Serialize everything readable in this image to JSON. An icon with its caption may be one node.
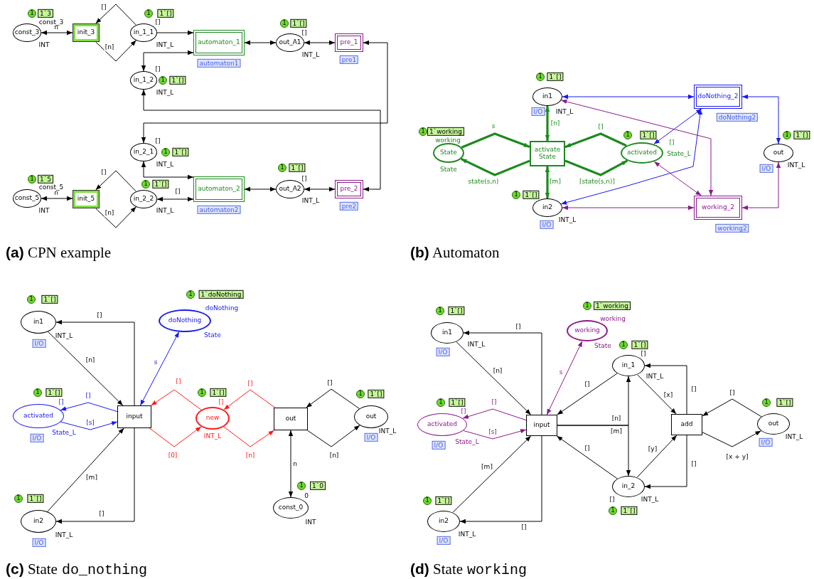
{
  "diagram": {
    "nodes": [
      {
        "text": [
          "const_3"
        ],
        "beside": [
          "1",
          "1`3",
          "const_3",
          "INT"
        ]
      },
      {
        "text": [
          "init_3"
        ]
      },
      {
        "text": [
          "in_1_1"
        ],
        "beside": [
          "1",
          "1`[]",
          "[]",
          "INT_L"
        ]
      },
      {
        "text": [
          "automaton_1"
        ],
        "beside": [
          "automaton1"
        ]
      },
      {
        "text": [
          "out_A1"
        ],
        "beside": [
          "1",
          "1`[]",
          "[]",
          "INT_L"
        ]
      },
      {
        "text": [
          "pre_1"
        ],
        "beside": [
          "pre1"
        ]
      },
      {
        "text": [
          "in_1_2"
        ],
        "beside": [
          "[]",
          "1",
          "1`[]",
          "INT_L"
        ]
      },
      {
        "text": [
          "in_2_1"
        ],
        "beside": [
          "[]",
          "1",
          "1`[]",
          "INT_L"
        ]
      },
      {
        "text": [
          "const_5"
        ],
        "beside": [
          "1",
          "1`5",
          "const_5",
          "INT"
        ]
      },
      {
        "text": [
          "init_5"
        ]
      },
      {
        "text": [
          "in_2_2"
        ],
        "beside": [
          "1",
          "1`[]",
          "[]",
          "INT_L"
        ]
      },
      {
        "text": [
          "automaton_2"
        ],
        "beside": [
          "automaton2"
        ]
      },
      {
        "text": [
          "out_A2"
        ],
        "beside": [
          "1",
          "1`[]",
          "[]",
          "INT_L"
        ]
      },
      {
        "text": [
          "pre_2"
        ],
        "beside": [
          "pre2"
        ]
      },
      {
        "text": [
          "in1"
        ],
        "beside": [
          "1",
          "1`[]",
          "INT_L",
          "I/O"
        ]
      },
      {
        "text": [
          "doNothing_2"
        ],
        "beside": [
          "doNothing2"
        ]
      },
      {
        "text": [
          "State"
        ],
        "beside": [
          "1",
          "1`working",
          "working",
          "State"
        ]
      },
      {
        "text": [
          "activate State"
        ]
      },
      {
        "text": [
          "activated"
        ],
        "beside": [
          "1",
          "1`[]",
          "[]",
          "State_L"
        ]
      },
      {
        "text": [
          "out"
        ],
        "beside": [
          "1",
          "1`[]",
          "I/O",
          "INT_L"
        ]
      },
      {
        "text": [
          "in2"
        ],
        "beside": [
          "1",
          "1`[]",
          "INT_L",
          "I/O"
        ]
      },
      {
        "text": [
          "working_2"
        ],
        "beside": [
          "working2"
        ]
      },
      {
        "text": [
          "in1"
        ],
        "beside": [
          "1",
          "1`[]",
          "INT_L",
          "I/O"
        ]
      },
      {
        "text": [
          "doNothing"
        ],
        "beside": [
          "1",
          "1`doNothing",
          "doNothing",
          "State"
        ]
      },
      {
        "text": [
          "activated"
        ],
        "beside": [
          "1",
          "1`[]",
          "[]",
          "State_L",
          "I/O"
        ]
      },
      {
        "text": [
          "input"
        ]
      },
      {
        "text": [
          "new"
        ],
        "beside": [
          "1",
          "1`[]",
          "[]",
          "INT_L"
        ]
      },
      {
        "text": [
          "out"
        ]
      },
      {
        "text": [
          "out"
        ],
        "beside": [
          "1",
          "1`[]",
          "INT_L",
          "I/O"
        ]
      },
      {
        "text": [
          "const_0"
        ],
        "beside": [
          "1",
          "1`0",
          "0",
          "INT"
        ]
      },
      {
        "text": [
          "in2"
        ],
        "beside": [
          "1",
          "1`[]",
          "INT_L",
          "I/O"
        ]
      },
      {
        "text": [
          "in1"
        ],
        "beside": [
          "1",
          "1`[]",
          "INT_L",
          "I/O"
        ]
      },
      {
        "text": [
          "working"
        ],
        "beside": [
          "1",
          "1`working",
          "working",
          "State"
        ]
      },
      {
        "text": [
          "in_1"
        ],
        "beside": [
          "1",
          "1`[]",
          "[]",
          "INT_L"
        ]
      },
      {
        "text": [
          "activated"
        ],
        "beside": [
          "1",
          "1`[]",
          "[]",
          "State_L",
          "I/O"
        ]
      },
      {
        "text": [
          "input"
        ]
      },
      {
        "text": [
          "add"
        ]
      },
      {
        "text": [
          "out"
        ],
        "beside": [
          "1",
          "1`[]",
          "INT_L",
          "I/O"
        ]
      },
      {
        "text": [
          "in_2"
        ],
        "beside": [
          "[]",
          "INT_L",
          "1",
          "1`[]"
        ]
      },
      {
        "text": [
          "in2"
        ],
        "beside": [
          "1",
          "1`[]",
          "INT_L",
          "I/O"
        ]
      }
    ],
    "edges": [
      {
        "from": 0,
        "to": 1,
        "arrow": "both",
        "label": "n"
      },
      {
        "from": 2,
        "to": 1,
        "arrow": "to",
        "label": "[]"
      },
      {
        "from": 1,
        "to": 2,
        "arrow": "to",
        "label": "[n]"
      },
      {
        "from": 2,
        "to": 3,
        "arrow": "to"
      },
      {
        "from": 3,
        "to": 6,
        "arrow": "both"
      },
      {
        "from": 3,
        "to": 4,
        "arrow": "both"
      },
      {
        "from": 4,
        "to": 5,
        "arrow": "both"
      },
      {
        "from": 5,
        "to": 7,
        "arrow": "both"
      },
      {
        "from": 13,
        "to": 6,
        "arrow": "both"
      },
      {
        "from": 11,
        "to": 7,
        "arrow": "both"
      },
      {
        "from": 10,
        "to": 11,
        "arrow": "both"
      },
      {
        "from": 10,
        "to": 9,
        "arrow": "to",
        "label": "[]"
      },
      {
        "from": 9,
        "to": 10,
        "arrow": "to",
        "label": "[n]"
      },
      {
        "from": 8,
        "to": 9,
        "arrow": "both",
        "label": "n"
      },
      {
        "from": 11,
        "to": 12,
        "arrow": "both"
      },
      {
        "from": 12,
        "to": 13,
        "arrow": "both"
      },
      {
        "from": 14,
        "to": 17,
        "arrow": "both",
        "label": "[n]",
        "style": "thick",
        "color": "#1e8a1e"
      },
      {
        "from": 17,
        "to": 20,
        "arrow": "both",
        "label": "[m]",
        "style": "thick",
        "color": "#1e8a1e"
      },
      {
        "from": 16,
        "to": 17,
        "arrow": "to",
        "label": "s",
        "style": "thick",
        "color": "#1e8a1e"
      },
      {
        "from": 17,
        "to": 16,
        "arrow": "to",
        "label": "state(s,n)",
        "style": "thick",
        "color": "#1e8a1e"
      },
      {
        "from": 18,
        "to": 17,
        "arrow": "to",
        "label": "[]",
        "style": "thick",
        "color": "#1e8a1e"
      },
      {
        "from": 17,
        "to": 18,
        "arrow": "to",
        "label": "[state(s,n)]",
        "style": "thick",
        "color": "#1e8a1e"
      },
      {
        "from": 14,
        "to": 15,
        "arrow": "both",
        "color": "#1a1aee"
      },
      {
        "from": 15,
        "to": 18,
        "arrow": "both",
        "color": "#1a1aee"
      },
      {
        "from": 15,
        "to": 20,
        "arrow": "both",
        "color": "#1a1aee"
      },
      {
        "from": 15,
        "to": 19,
        "arrow": "both",
        "color": "#1a1aee"
      },
      {
        "from": 14,
        "to": 21,
        "arrow": "both",
        "color": "#8b1a8b"
      },
      {
        "from": 18,
        "to": 21,
        "arrow": "both",
        "color": "#8b1a8b"
      },
      {
        "from": 20,
        "to": 21,
        "arrow": "both",
        "color": "#8b1a8b"
      },
      {
        "from": 21,
        "to": 19,
        "arrow": "both",
        "color": "#8b1a8b"
      },
      {
        "from": 25,
        "to": 22,
        "arrow": "to",
        "label": "[]"
      },
      {
        "from": 22,
        "to": 25,
        "arrow": "to",
        "label": "[n]"
      },
      {
        "from": 30,
        "to": 25,
        "arrow": "to",
        "label": "[m]"
      },
      {
        "from": 25,
        "to": 30,
        "arrow": "to",
        "label": "[]"
      },
      {
        "from": 23,
        "to": 25,
        "arrow": "both",
        "label": "s",
        "color": "#1a1aee"
      },
      {
        "from": 25,
        "to": 24,
        "arrow": "to",
        "label": "[]",
        "color": "#1a1aee"
      },
      {
        "from": 24,
        "to": 25,
        "arrow": "to",
        "label": "[s]",
        "color": "#1a1aee"
      },
      {
        "from": 26,
        "to": 25,
        "arrow": "to",
        "label": "[]",
        "color": "#ff1a1a"
      },
      {
        "from": 25,
        "to": 26,
        "arrow": "to",
        "label": "[0]",
        "color": "#ff1a1a"
      },
      {
        "from": 27,
        "to": 26,
        "arrow": "to",
        "label": "[]",
        "color": "#ff1a1a"
      },
      {
        "from": 26,
        "to": 27,
        "arrow": "to",
        "label": "[n]",
        "color": "#ff1a1a"
      },
      {
        "from": 28,
        "to": 27,
        "arrow": "to",
        "label": "[]"
      },
      {
        "from": 27,
        "to": 28,
        "arrow": "to",
        "label": "[n]"
      },
      {
        "from": 27,
        "to": 29,
        "arrow": "both",
        "label": "n"
      },
      {
        "from": 35,
        "to": 31,
        "arrow": "to",
        "label": "[]"
      },
      {
        "from": 31,
        "to": 35,
        "arrow": "to",
        "label": "[n]"
      },
      {
        "from": 39,
        "to": 35,
        "arrow": "to",
        "label": "[m]"
      },
      {
        "from": 35,
        "to": 39,
        "arrow": "to",
        "label": "[]"
      },
      {
        "from": 32,
        "to": 35,
        "arrow": "both",
        "label": "s",
        "color": "#8b1a8b"
      },
      {
        "from": 35,
        "to": 34,
        "arrow": "to",
        "label": "[]",
        "color": "#8b1a8b"
      },
      {
        "from": 34,
        "to": 35,
        "arrow": "to",
        "label": "[s]",
        "color": "#8b1a8b"
      },
      {
        "from": 33,
        "to": 35,
        "arrow": "to",
        "label": "[]"
      },
      {
        "from": 38,
        "to": 35,
        "arrow": "to",
        "label": "[]"
      },
      {
        "from": 35,
        "to": 33,
        "arrow": "to",
        "label": "[n]"
      },
      {
        "from": 35,
        "to": 38,
        "arrow": "to",
        "label": "[m]"
      },
      {
        "from": 33,
        "to": 36,
        "arrow": "to",
        "label": "[x]"
      },
      {
        "from": 38,
        "to": 36,
        "arrow": "to",
        "label": "[y]"
      },
      {
        "from": 36,
        "to": 33,
        "arrow": "to",
        "label": "[]"
      },
      {
        "from": 36,
        "to": 38,
        "arrow": "to",
        "label": "[]"
      },
      {
        "from": 37,
        "to": 36,
        "arrow": "to",
        "label": "[]"
      },
      {
        "from": 36,
        "to": 37,
        "arrow": "to",
        "label": "[x + y]"
      }
    ],
    "labels": [
      "**(a)** CPN example",
      "**(b)** Automaton",
      "**(c)** State",
      "do_nothing",
      "**(d)** State",
      "working"
    ]
  }
}
